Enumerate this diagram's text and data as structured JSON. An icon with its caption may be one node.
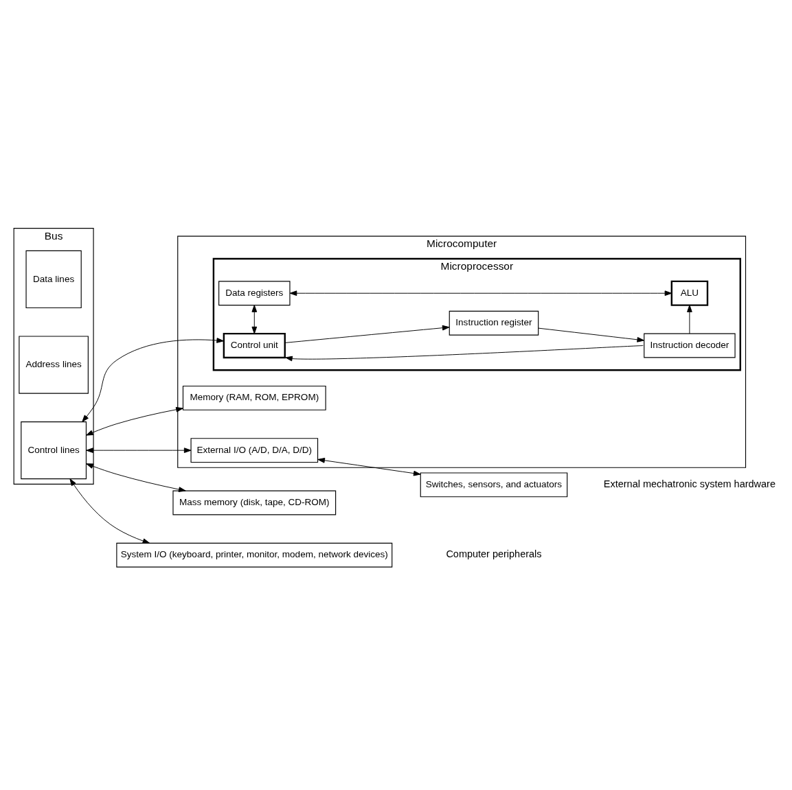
{
  "diagram": {
    "nodes": [
      {
        "text": [
          "Microcomputer"
        ]
      },
      {
        "text": [
          "Bus"
        ]
      },
      {
        "text": [
          "Data lines"
        ],
        "in": 1
      },
      {
        "text": [
          "Address lines"
        ],
        "in": 1
      },
      {
        "text": [
          "Control lines"
        ],
        "in": 1
      },
      {
        "text": [
          "Microprocessor"
        ],
        "in": 0
      },
      {
        "text": [
          "Control unit"
        ],
        "in": 5
      },
      {
        "text": [
          "Instruction register"
        ],
        "in": 5
      },
      {
        "text": [
          "Instruction decoder"
        ],
        "in": 5
      },
      {
        "text": [
          "Data registers"
        ],
        "in": 5
      },
      {
        "text": [
          "ALU"
        ],
        "in": 5
      },
      {
        "text": [
          "Memory (RAM, ROM, EPROM)"
        ],
        "in": 0
      },
      {
        "text": [
          "External I/O (A/D, D/A, D/D)"
        ],
        "in": 0
      },
      {
        "text": [
          "Switches, sensors, and actuators"
        ]
      },
      {
        "text": [
          "Mass memory (disk, tape, CD-ROM)"
        ]
      },
      {
        "text": [
          "System I/O (keyboard, printer, monitor, modem, network devices)"
        ]
      }
    ],
    "edges": [
      {
        "from": 4,
        "to": 6,
        "arrow": "both"
      },
      {
        "from": 6,
        "to": 7,
        "arrow": "to"
      },
      {
        "from": 7,
        "to": 8,
        "arrow": "to"
      },
      {
        "from": 8,
        "to": 6,
        "arrow": "to"
      },
      {
        "from": 6,
        "to": 9,
        "arrow": "both"
      },
      {
        "from": 8,
        "to": 10,
        "arrow": "to"
      },
      {
        "from": 9,
        "to": 10,
        "arrow": "both"
      },
      {
        "from": 4,
        "to": 11,
        "arrow": "both"
      },
      {
        "from": 4,
        "to": 12,
        "arrow": "both"
      },
      {
        "from": 12,
        "to": 13,
        "arrow": "both"
      },
      {
        "from": 4,
        "to": 14,
        "arrow": "both"
      },
      {
        "from": 4,
        "to": 15,
        "arrow": "both"
      }
    ],
    "labels": [
      "External mechatronic system hardware",
      "Computer peripherals"
    ]
  }
}
